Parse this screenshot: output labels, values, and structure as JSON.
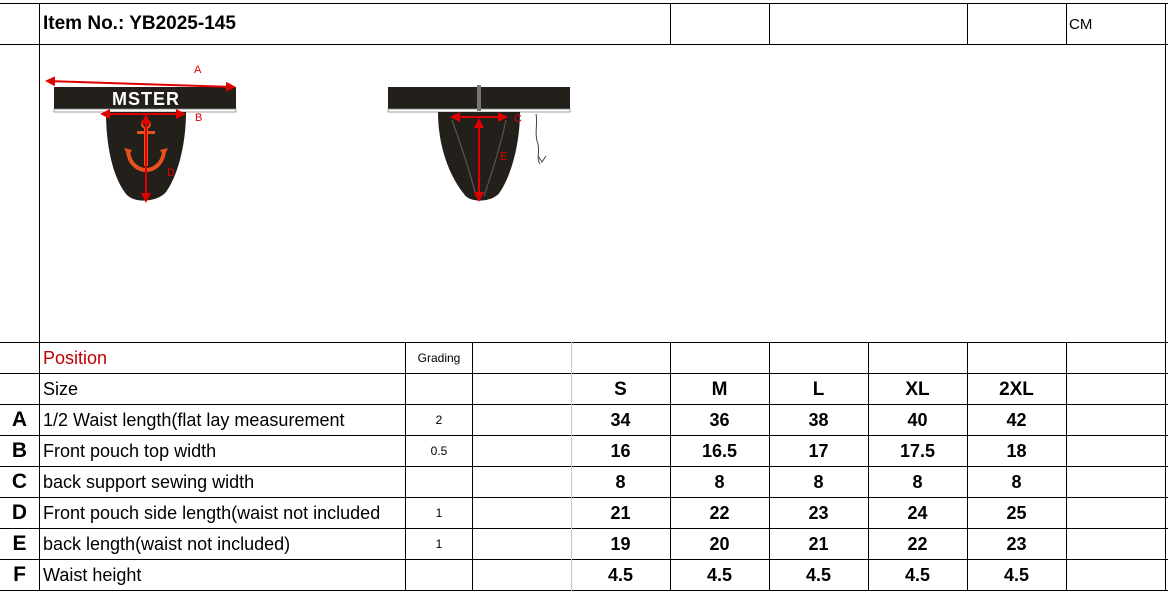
{
  "header": {
    "item_no": "Item No.: YB2025-145",
    "unit": "CM"
  },
  "sketch": {
    "brand_text": "MSTER",
    "front_labels": [
      "A",
      "B",
      "D"
    ],
    "back_labels": [
      "C",
      "E"
    ]
  },
  "table": {
    "position_label": "Position",
    "grading_label": "Grading",
    "size_label": "Size",
    "sizes": [
      "S",
      "M",
      "L",
      "XL",
      "2XL"
    ],
    "rows": [
      {
        "letter": "A",
        "name": "1/2 Waist length(flat lay measurement",
        "grading": "2",
        "values": [
          "34",
          "36",
          "38",
          "40",
          "42"
        ]
      },
      {
        "letter": "B",
        "name": "Front pouch top width",
        "grading": "0.5",
        "values": [
          "16",
          "16.5",
          "17",
          "17.5",
          "18"
        ]
      },
      {
        "letter": "C",
        "name": "back support sewing width",
        "grading": "",
        "values": [
          "8",
          "8",
          "8",
          "8",
          "8"
        ]
      },
      {
        "letter": "D",
        "name": "Front pouch side length(waist not included",
        "grading": "1",
        "values": [
          "21",
          "22",
          "23",
          "24",
          "25"
        ]
      },
      {
        "letter": "E",
        "name": "back length(waist not included)",
        "grading": "1",
        "values": [
          "19",
          "20",
          "21",
          "22",
          "23"
        ]
      },
      {
        "letter": "F",
        "name": "Waist height",
        "grading": "",
        "values": [
          "4.5",
          "4.5",
          "4.5",
          "4.5",
          "4.5"
        ]
      }
    ]
  },
  "colors": {
    "annotation": "#e00000",
    "position_text": "#c00000",
    "garment": "#231f1a",
    "anchor": "#e8501e"
  }
}
